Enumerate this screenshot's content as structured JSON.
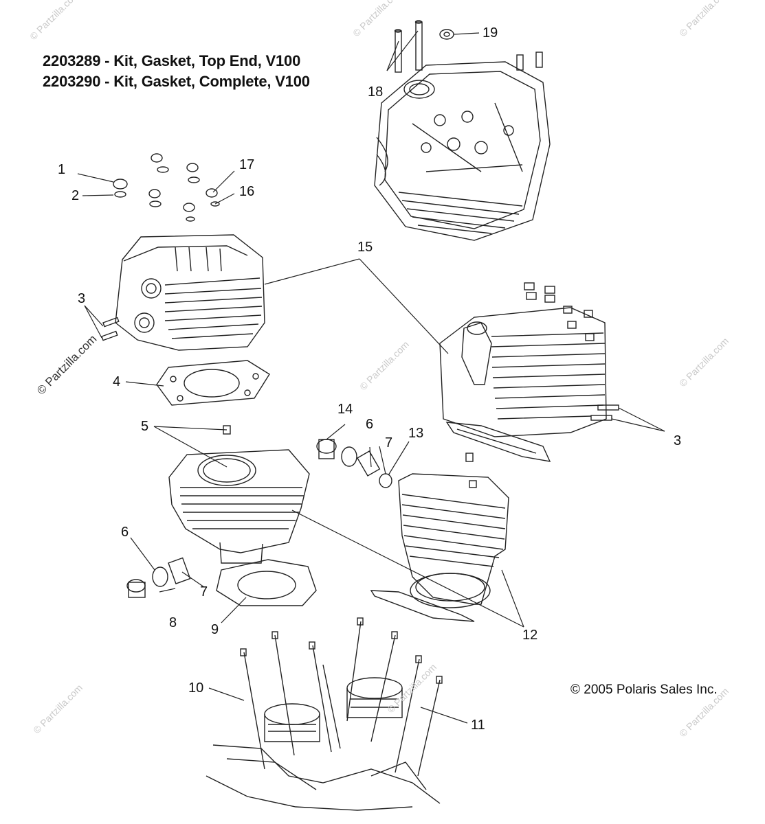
{
  "kits": [
    {
      "text": "2203289 - Kit, Gasket, Top End, V100"
    },
    {
      "text": "2203290 - Kit, Gasket, Complete, V100"
    }
  ],
  "callouts": [
    "1",
    "2",
    "3",
    "4",
    "5",
    "6",
    "7",
    "8",
    "9",
    "10",
    "11",
    "12",
    "13",
    "14",
    "15",
    "16",
    "17",
    "18",
    "19",
    "3",
    "6",
    "7"
  ],
  "copyright": "© 2005 Polaris Sales Inc.",
  "watermark": "© Partzilla.com",
  "colors": {
    "ink": "#111111",
    "line": "#222222",
    "watermark": "#c9c9c9"
  }
}
